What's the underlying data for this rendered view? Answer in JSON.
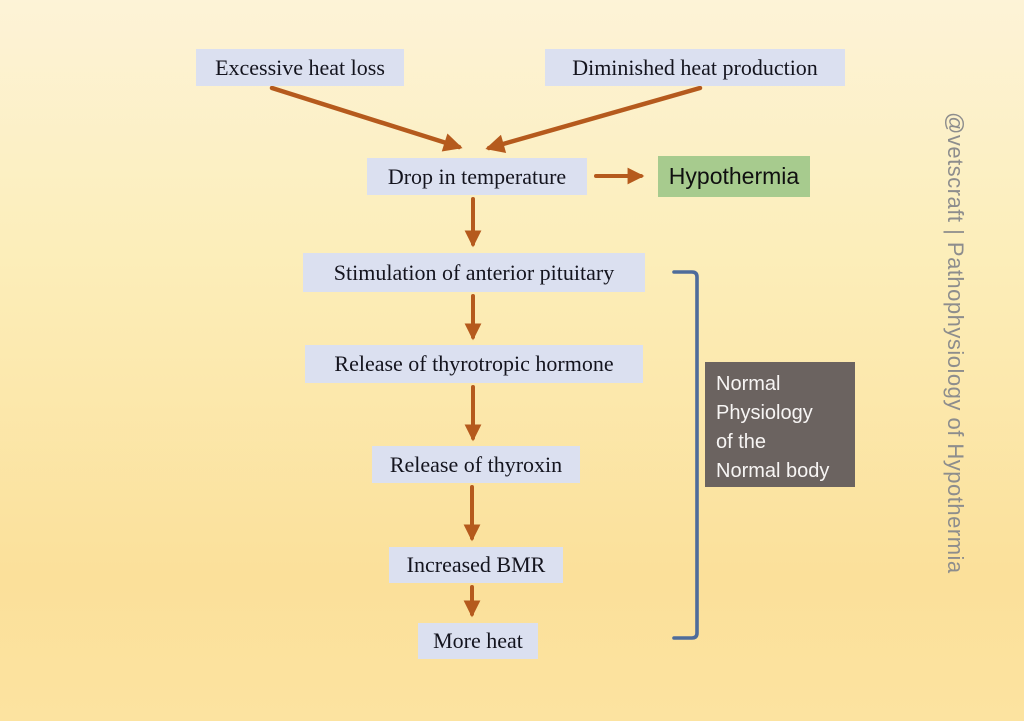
{
  "flowchart": {
    "nodes": {
      "excessive_heat_loss": "Excessive heat loss",
      "diminished_heat_production": "Diminished heat production",
      "drop_in_temperature": "Drop in temperature",
      "hypothermia": "Hypothermia",
      "stimulation_anterior_pituitary": "Stimulation of anterior pituitary",
      "release_thyrotropic_hormone": "Release of thyrotropic hormone",
      "release_thyroxin": "Release of thyroxin",
      "increased_bmr": "Increased BMR",
      "more_heat": "More heat"
    },
    "arrows": [
      "excessive-heat-loss-to-drop-in-temperature",
      "diminished-heat-production-to-drop-in-temperature",
      "drop-in-temperature-to-hypothermia",
      "drop-in-temperature-to-stimulation",
      "stimulation-to-thyrotropic-hormone",
      "thyrotropic-hormone-to-thyroxin",
      "thyroxin-to-increased-bmr",
      "increased-bmr-to-more-heat"
    ]
  },
  "side_label": {
    "lines": [
      "Normal",
      "Physiology",
      "of the",
      "Normal body"
    ]
  },
  "watermark": "@vetscraft | Pathophysiology of Hypothermia",
  "colors": {
    "background_top": "#FDF3D7",
    "background_bottom": "#FBE09A",
    "node_fill": "#DBE0F0",
    "node_text": "#14141E",
    "hypothermia_fill": "#A7CB8E",
    "arrow": "#B55A1D",
    "bracket": "#4E6C9B",
    "side_label_fill": "#6B6360",
    "side_label_text": "#F7F5F4",
    "watermark_text": "#8D8D8D"
  }
}
